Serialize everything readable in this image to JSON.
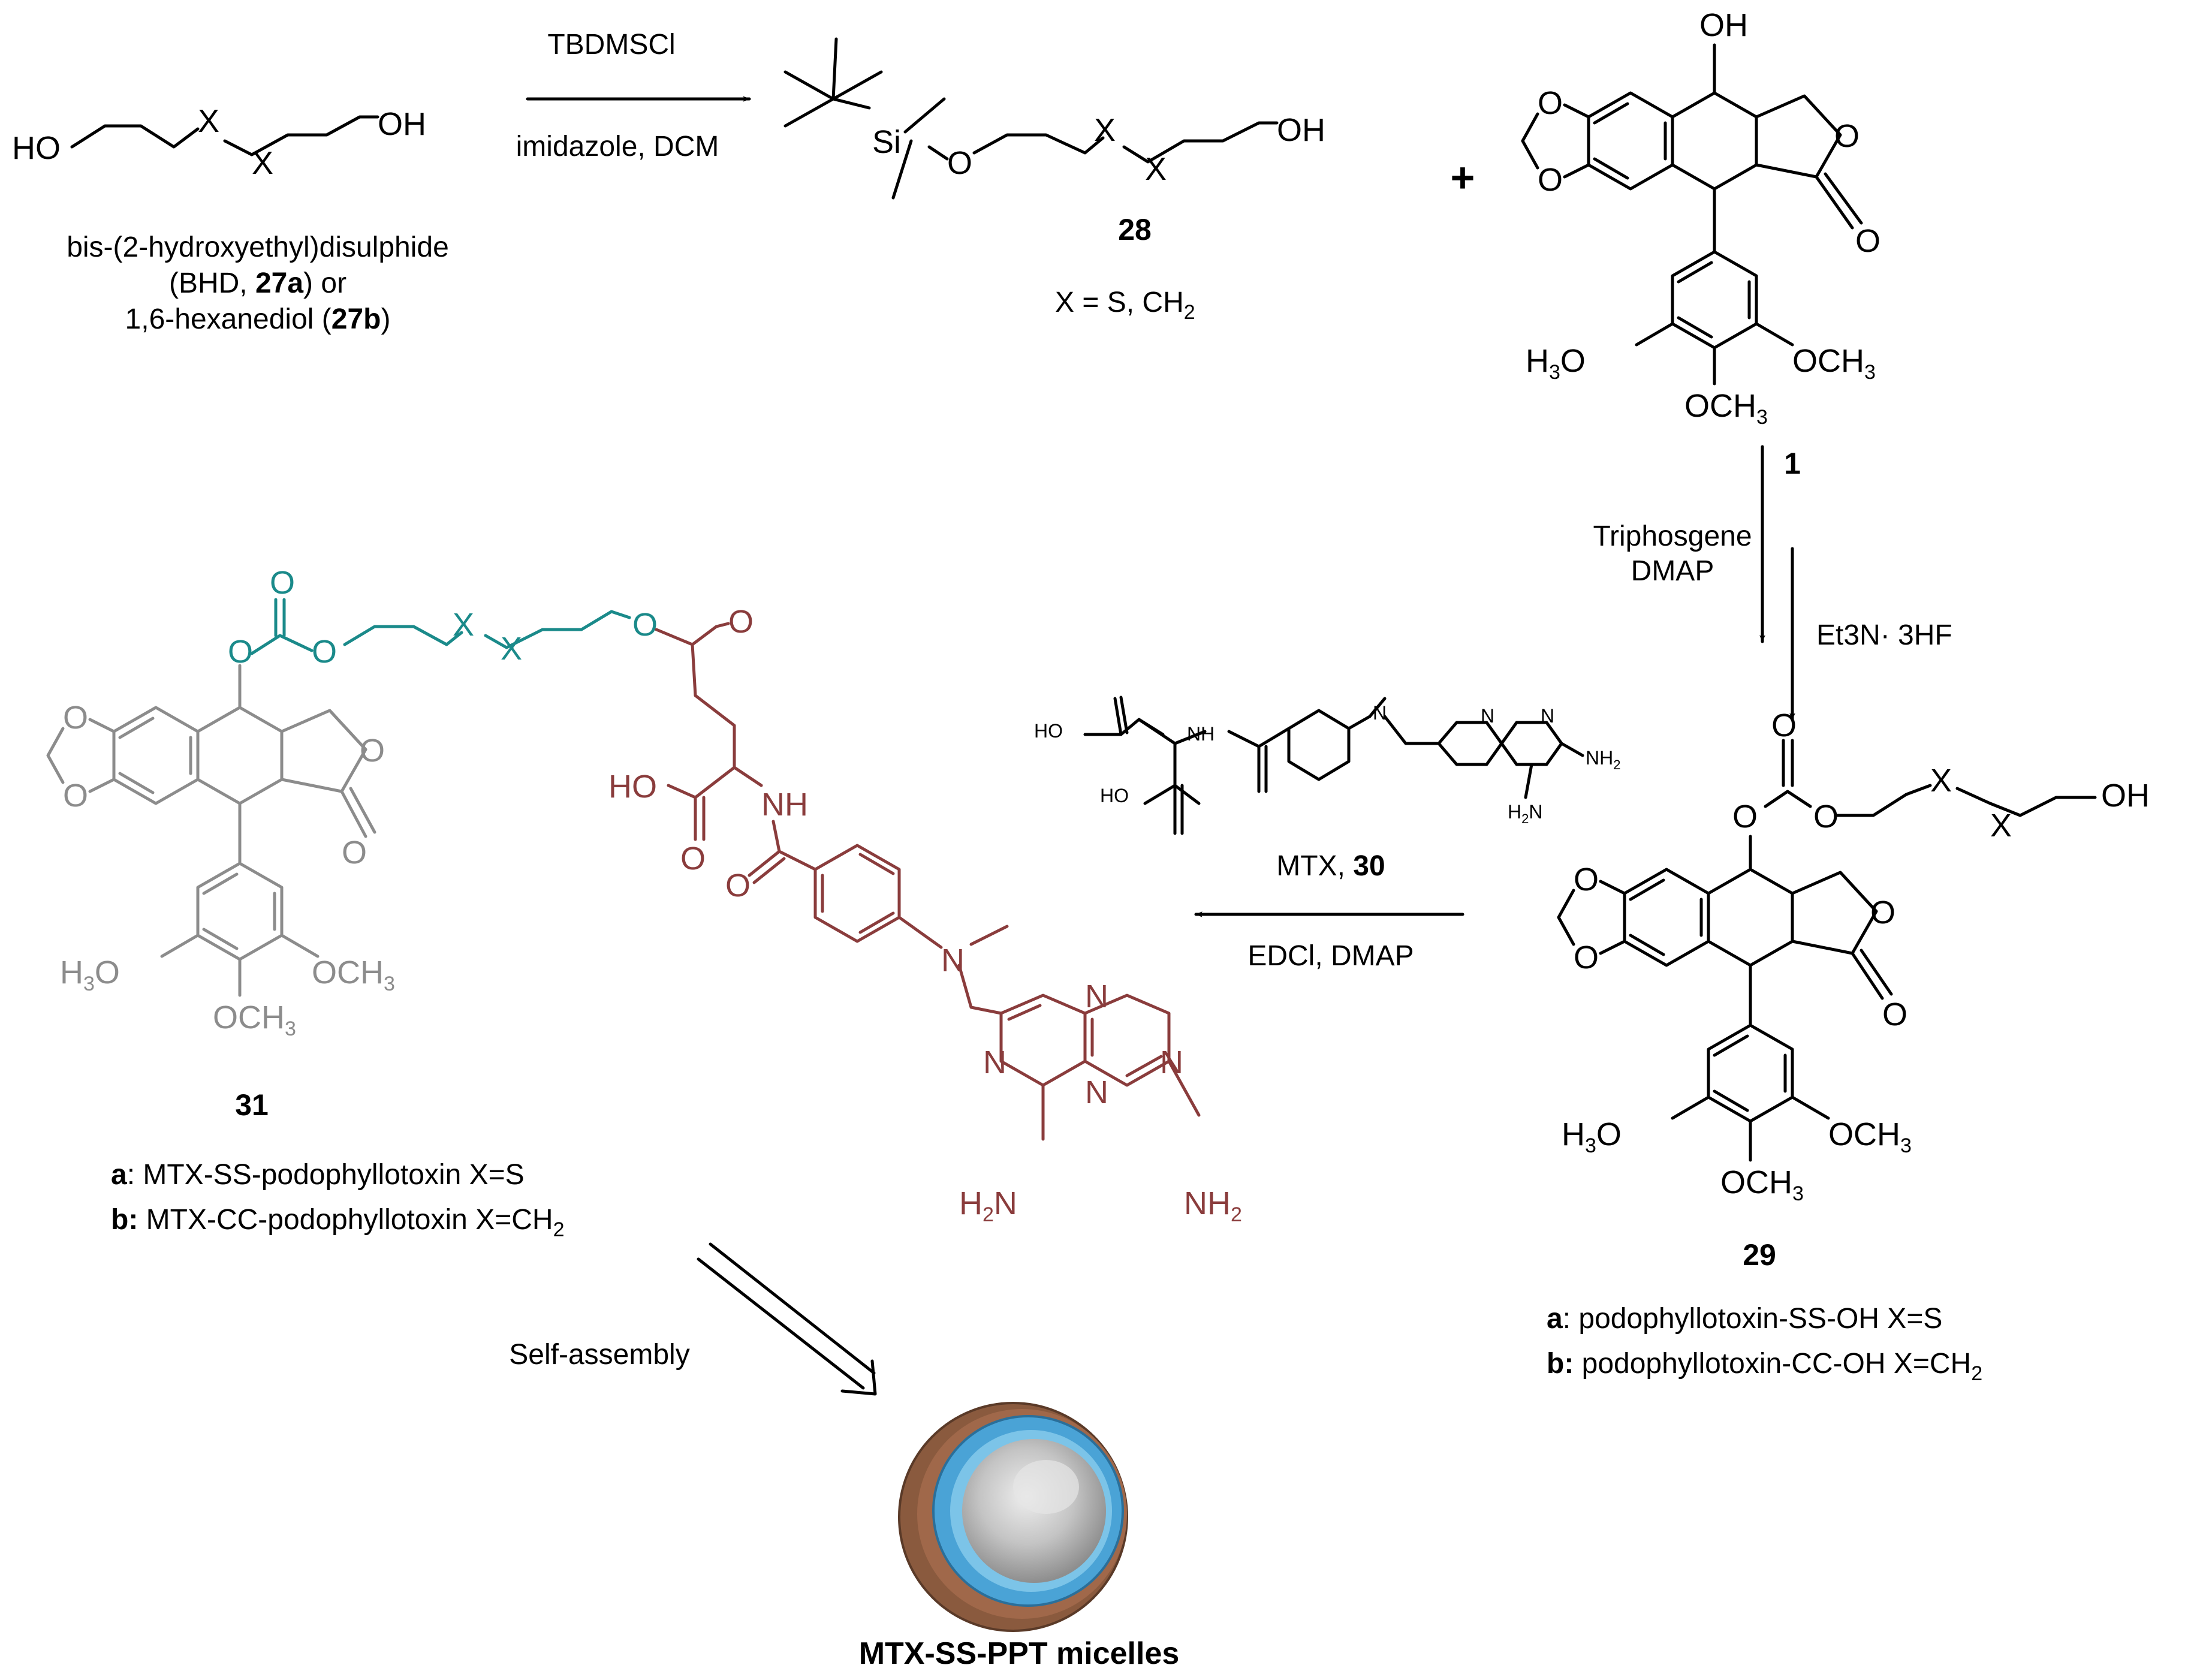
{
  "reagents": {
    "step1_top": "TBDMSCl",
    "step1_bottom": "imidazole, DCM",
    "step2_a": "Triphosgene",
    "step2_b": "DMAP",
    "step3": "Et3N· 3HF",
    "step4_top_name": "MTX, ",
    "step4_top_num": "30",
    "step4_bottom": "EDCl, DMAP",
    "self_assembly": "Self-assembly"
  },
  "compounds": {
    "c27_line1": "bis-(2-hydroxyethyl)disulphide",
    "c27_line2a": "(BHD, ",
    "c27_line2b": "27a",
    "c27_line2c": ") or",
    "c27_line3a": "1,6-hexanediol (",
    "c27_line3b": "27b",
    "c27_line3c": ")",
    "c28_num": "28",
    "c28_x": "X = S, CH",
    "c1_num": "1",
    "c29_num": "29",
    "c29_a_key": "a",
    "c29_a_text": ": podophyllotoxin-SS-OH   X=S",
    "c29_b_key": "b:",
    "c29_b_text": " podophyllotoxin-CC-OH  X=CH",
    "c31_num": "31",
    "c31_a_key": "a",
    "c31_a_text": ": MTX-SS-podophyllotoxin X=S",
    "c31_b_key": "b:",
    "c31_b_text": " MTX-CC-podophyllotoxin  X=CH",
    "micelle_label": "MTX-SS-PPT micelles"
  },
  "atoms": {
    "HO": "HO",
    "OH": "OH",
    "X": "X",
    "O": "O",
    "Si": "Si",
    "N": "N",
    "NH": "NH",
    "NH2": "NH",
    "H2N": "H",
    "H3CO": "H",
    "OCH3": "OCH",
    "sub2": "2",
    "sub3": "3",
    "plus": "+"
  },
  "colors": {
    "black": "#000000",
    "podophyllotoxin_grey": "#8c8c8c",
    "linker_teal": "#1a8a8a",
    "mtx_red": "#8a3c3c",
    "micelle_shell_blue": "#4aa3d6",
    "micelle_outer_brown": "#a0684a",
    "micelle_core_grey": "#b8b8b8"
  }
}
